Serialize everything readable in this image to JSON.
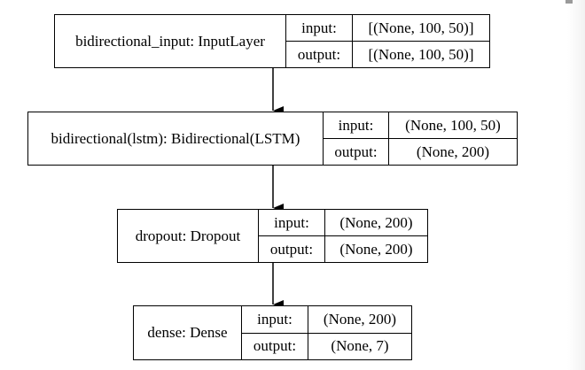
{
  "layers": [
    {
      "name": "bidirectional_input: InputLayer",
      "input_label": "input:",
      "output_label": "output:",
      "input_shape": "[(None, 100, 50)]",
      "output_shape": "[(None, 100, 50)]"
    },
    {
      "name": "bidirectional(lstm): Bidirectional(LSTM)",
      "input_label": "input:",
      "output_label": "output:",
      "input_shape": "(None, 100, 50)",
      "output_shape": "(None, 200)"
    },
    {
      "name": "dropout: Dropout",
      "input_label": "input:",
      "output_label": "output:",
      "input_shape": "(None, 200)",
      "output_shape": "(None, 200)"
    },
    {
      "name": "dense: Dense",
      "input_label": "input:",
      "output_label": "output:",
      "input_shape": "(None, 200)",
      "output_shape": "(None, 7)"
    }
  ]
}
